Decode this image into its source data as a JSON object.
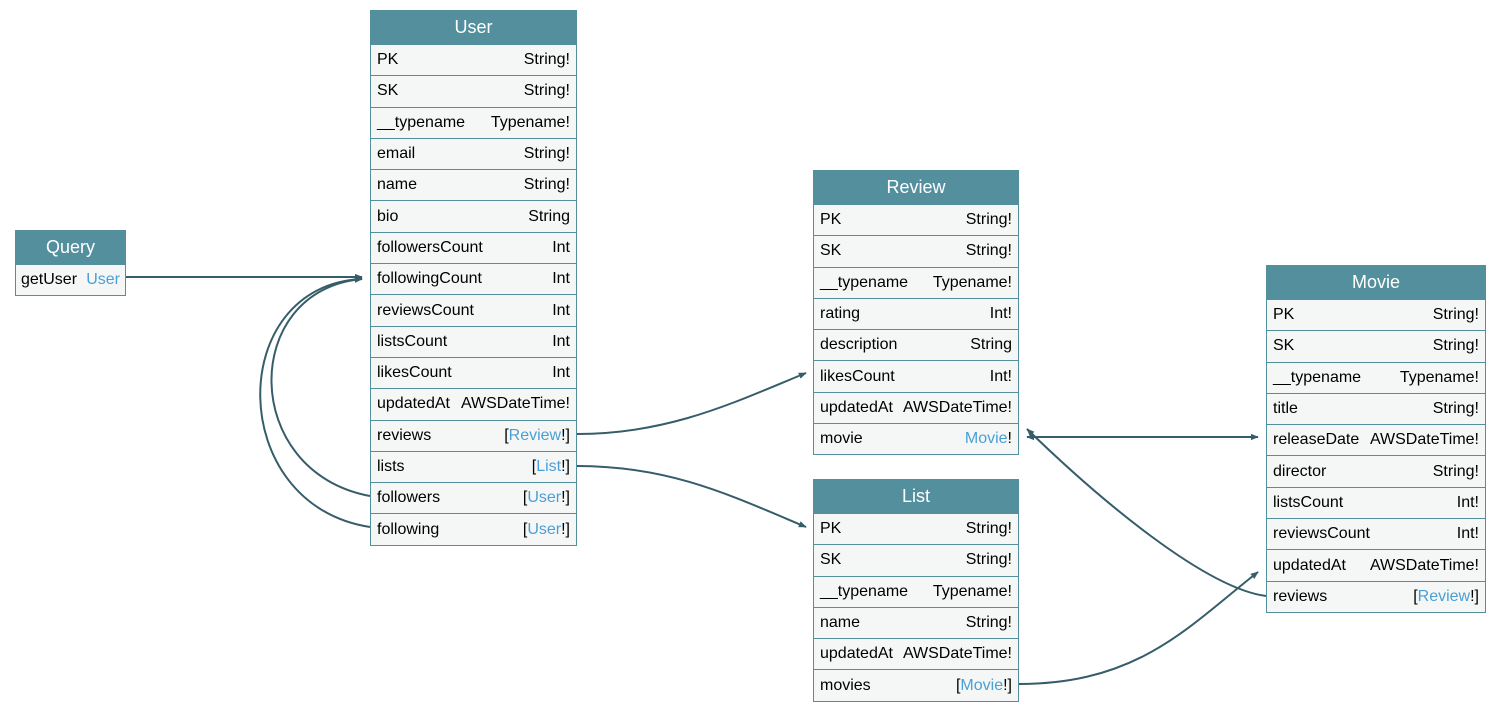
{
  "colors": {
    "header_bg": "#548f9e",
    "header_text": "#ffffff",
    "row_bg": "#f5f7f6",
    "border": "#548f9e",
    "edge": "#355d6a",
    "type_link": "#4a9fd6"
  },
  "query": {
    "title": "Query",
    "fields": [
      {
        "name": "getUser",
        "type": "User"
      }
    ]
  },
  "user": {
    "title": "User",
    "fields": [
      {
        "name": "PK",
        "type": "String!"
      },
      {
        "name": "SK",
        "type": "String!"
      },
      {
        "name": "__typename",
        "type": "Typename!"
      },
      {
        "name": "email",
        "type": "String!"
      },
      {
        "name": "name",
        "type": "String!"
      },
      {
        "name": "bio",
        "type": "String"
      },
      {
        "name": "followersCount",
        "type": "Int"
      },
      {
        "name": "followingCount",
        "type": "Int"
      },
      {
        "name": "reviewsCount",
        "type": "Int"
      },
      {
        "name": "listsCount",
        "type": "Int"
      },
      {
        "name": "likesCount",
        "type": "Int"
      },
      {
        "name": "updatedAt",
        "type": "AWSDateTime!"
      },
      {
        "name": "reviews",
        "type_open": "[",
        "type_link": "Review",
        "type_close": "!]"
      },
      {
        "name": "lists",
        "type_open": "[",
        "type_link": "List",
        "type_close": "!]"
      },
      {
        "name": "followers",
        "type_open": "[",
        "type_link": "User",
        "type_close": "!]"
      },
      {
        "name": "following",
        "type_open": "[",
        "type_link": "User",
        "type_close": "!]"
      }
    ]
  },
  "review": {
    "title": "Review",
    "fields": [
      {
        "name": "PK",
        "type": "String!"
      },
      {
        "name": "SK",
        "type": "String!"
      },
      {
        "name": "__typename",
        "type": "Typename!"
      },
      {
        "name": "rating",
        "type": "Int!"
      },
      {
        "name": "description",
        "type": "String"
      },
      {
        "name": "likesCount",
        "type": "Int!"
      },
      {
        "name": "updatedAt",
        "type": "AWSDateTime!"
      },
      {
        "name": "movie",
        "type_open": "",
        "type_link": "Movie",
        "type_close": "!"
      }
    ]
  },
  "list": {
    "title": "List",
    "fields": [
      {
        "name": "PK",
        "type": "String!"
      },
      {
        "name": "SK",
        "type": "String!"
      },
      {
        "name": "__typename",
        "type": "Typename!"
      },
      {
        "name": "name",
        "type": "String!"
      },
      {
        "name": "updatedAt",
        "type": "AWSDateTime!"
      },
      {
        "name": "movies",
        "type_open": "[",
        "type_link": "Movie",
        "type_close": "!]"
      }
    ]
  },
  "movie": {
    "title": "Movie",
    "fields": [
      {
        "name": "PK",
        "type": "String!"
      },
      {
        "name": "SK",
        "type": "String!"
      },
      {
        "name": "__typename",
        "type": "Typename!"
      },
      {
        "name": "title",
        "type": "String!"
      },
      {
        "name": "releaseDate",
        "type": "AWSDateTime!"
      },
      {
        "name": "director",
        "type": "String!"
      },
      {
        "name": "listsCount",
        "type": "Int!"
      },
      {
        "name": "reviewsCount",
        "type": "Int!"
      },
      {
        "name": "updatedAt",
        "type": "AWSDateTime!"
      },
      {
        "name": "reviews",
        "type_open": "[",
        "type_link": "Review",
        "type_close": "!]"
      }
    ]
  }
}
